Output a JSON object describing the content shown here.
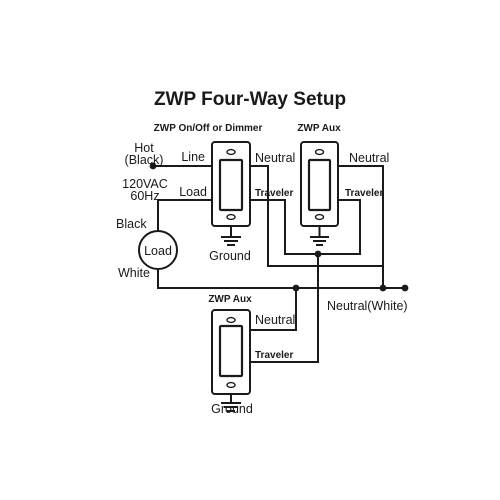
{
  "title": "ZWP Four-Way Setup",
  "switches": {
    "main": {
      "label": "ZWP On/Off or Dimmer",
      "line": "Line",
      "load": "Load",
      "neutral": "Neutral",
      "traveler": "Traveler",
      "ground": "Ground"
    },
    "aux_top": {
      "label": "ZWP Aux",
      "neutral": "Neutral",
      "traveler": "Traveler"
    },
    "aux_bottom": {
      "label": "ZWP Aux",
      "neutral": "Neutral",
      "traveler": "Traveler",
      "ground": "Ground"
    }
  },
  "source": {
    "hot": "Hot",
    "hot_color": "(Black)",
    "voltage": "120VAC",
    "frequency": "60Hz"
  },
  "load": {
    "label": "Load",
    "black": "Black",
    "white": "White"
  },
  "neutral_bus": "Neutral(White)"
}
